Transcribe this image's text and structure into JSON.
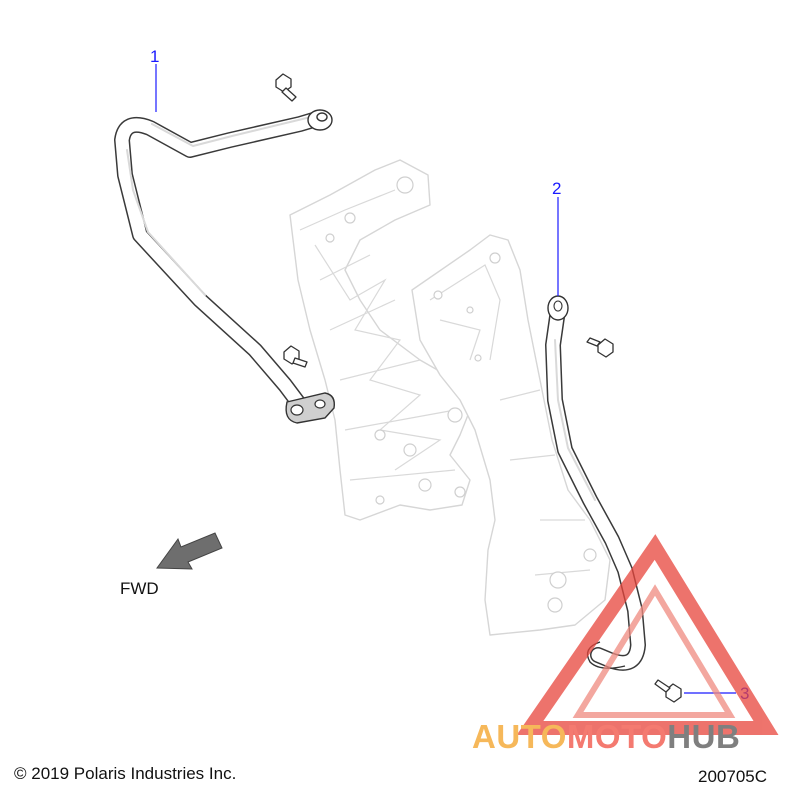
{
  "callouts": [
    {
      "number": "1"
    },
    {
      "number": "2"
    },
    {
      "number": "3"
    }
  ],
  "direction_label": "FWD",
  "copyright": "© 2019 Polaris Industries Inc.",
  "document_number": "200705C",
  "watermark": {
    "part1": "AUTO",
    "part2": "MOTO",
    "part3": "HUB",
    "colors": {
      "part1": "#f6b85a",
      "part2": "#f47a70",
      "part3": "#7f7f7f",
      "triangle": "#e8453c"
    }
  },
  "colors": {
    "callout": "#1a1aff",
    "arrow": "#6e6e6e"
  }
}
